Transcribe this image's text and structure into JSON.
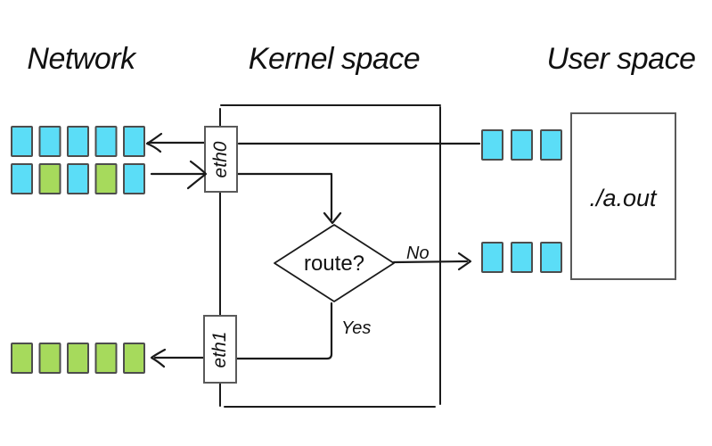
{
  "headers": {
    "network": "Network",
    "kernel_space": "Kernel space",
    "user_space": "User space"
  },
  "nodes": {
    "eth0_label": "eth0",
    "eth1_label": "eth1",
    "process_label": "./a.out",
    "decision_label": "route?"
  },
  "edge_labels": {
    "no": "No",
    "yes": "Yes"
  },
  "colors": {
    "blue": "#5BDDF7",
    "green": "#A6DA5C",
    "packet_border": "#4d4d4d",
    "line": "#1a1a1a",
    "box_border": "#5a5a5a",
    "text": "#111111"
  },
  "packets": {
    "network_in_row": [
      "blue",
      "blue",
      "blue",
      "blue",
      "blue"
    ],
    "network_mixed_row": [
      "blue",
      "green",
      "blue",
      "green",
      "blue"
    ],
    "network_out_row": [
      "green",
      "green",
      "green",
      "green",
      "green"
    ],
    "user_top_row": [
      "blue",
      "blue",
      "blue"
    ],
    "user_bottom_row": [
      "blue",
      "blue",
      "blue"
    ]
  }
}
